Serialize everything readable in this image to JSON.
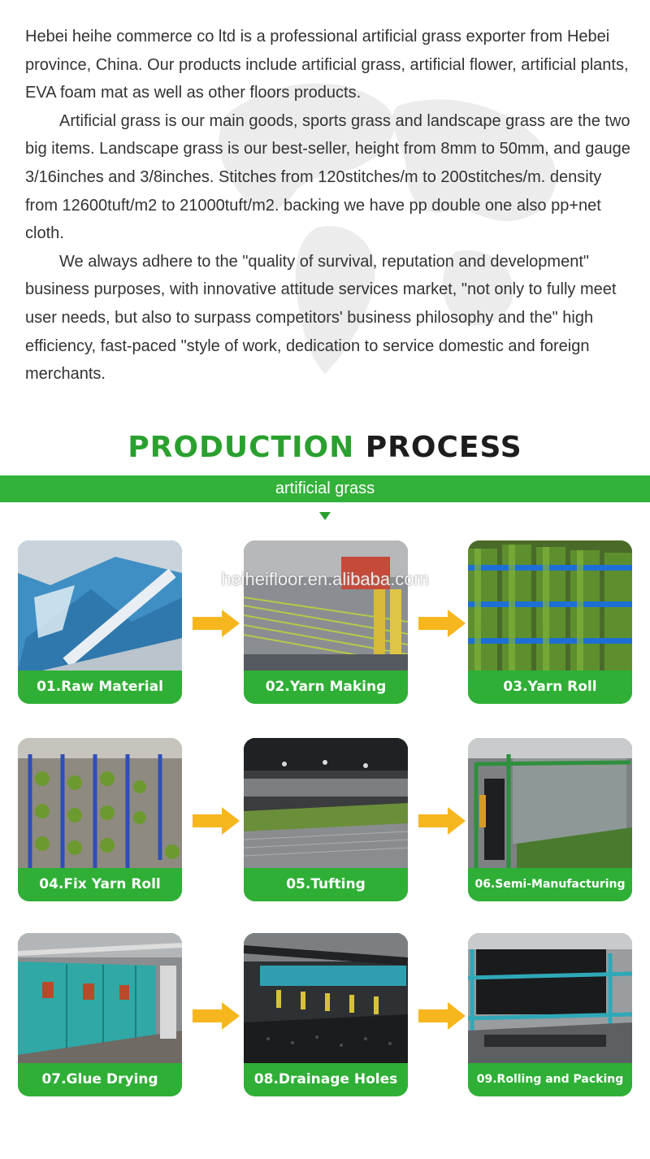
{
  "intro": {
    "paragraphs": [
      "Hebei heihe commerce co ltd is a professional artificial grass exporter from Hebei province, China. Our products include artificial grass, artificial flower, artificial plants, EVA foam mat as well as other floors products.",
      "Artificial grass is our main goods, sports grass and landscape grass are the two big items. Landscape grass is our best-seller, height from 8mm to 50mm, and gauge 3/16inches and 3/8inches. Stitches from 120stitches/m to 200stitches/m. density from 12600tuft/m2 to 21000tuft/m2. backing we have pp double one also pp+net cloth.",
      "We always adhere to the \"quality of survival, reputation and development\" business purposes, with innovative attitude services market, \"not only to fully meet user needs, but also to surpass competitors' business philosophy and the\" high efficiency, fast-paced \"style of work, dedication to service domestic and foreign merchants."
    ]
  },
  "section": {
    "title_green": "PRODUCTION",
    "title_dark": "PROCESS",
    "subtitle": "artificial grass"
  },
  "watermark": "heiheifloor.en.alibaba.com",
  "colors": {
    "brand_green": "#33b23a",
    "arrow_yellow": "#f6b61e",
    "title_dark": "#1d1d1d"
  },
  "steps": [
    {
      "label": "01.Raw Material"
    },
    {
      "label": "02.Yarn Making"
    },
    {
      "label": "03.Yarn Roll"
    },
    {
      "label": "04.Fix Yarn Roll"
    },
    {
      "label": "05.Tufting"
    },
    {
      "label": "06.Semi-Manufacturing"
    },
    {
      "label": "07.Glue Drying"
    },
    {
      "label": "08.Drainage Holes"
    },
    {
      "label": "09.Rolling and Packing"
    }
  ]
}
